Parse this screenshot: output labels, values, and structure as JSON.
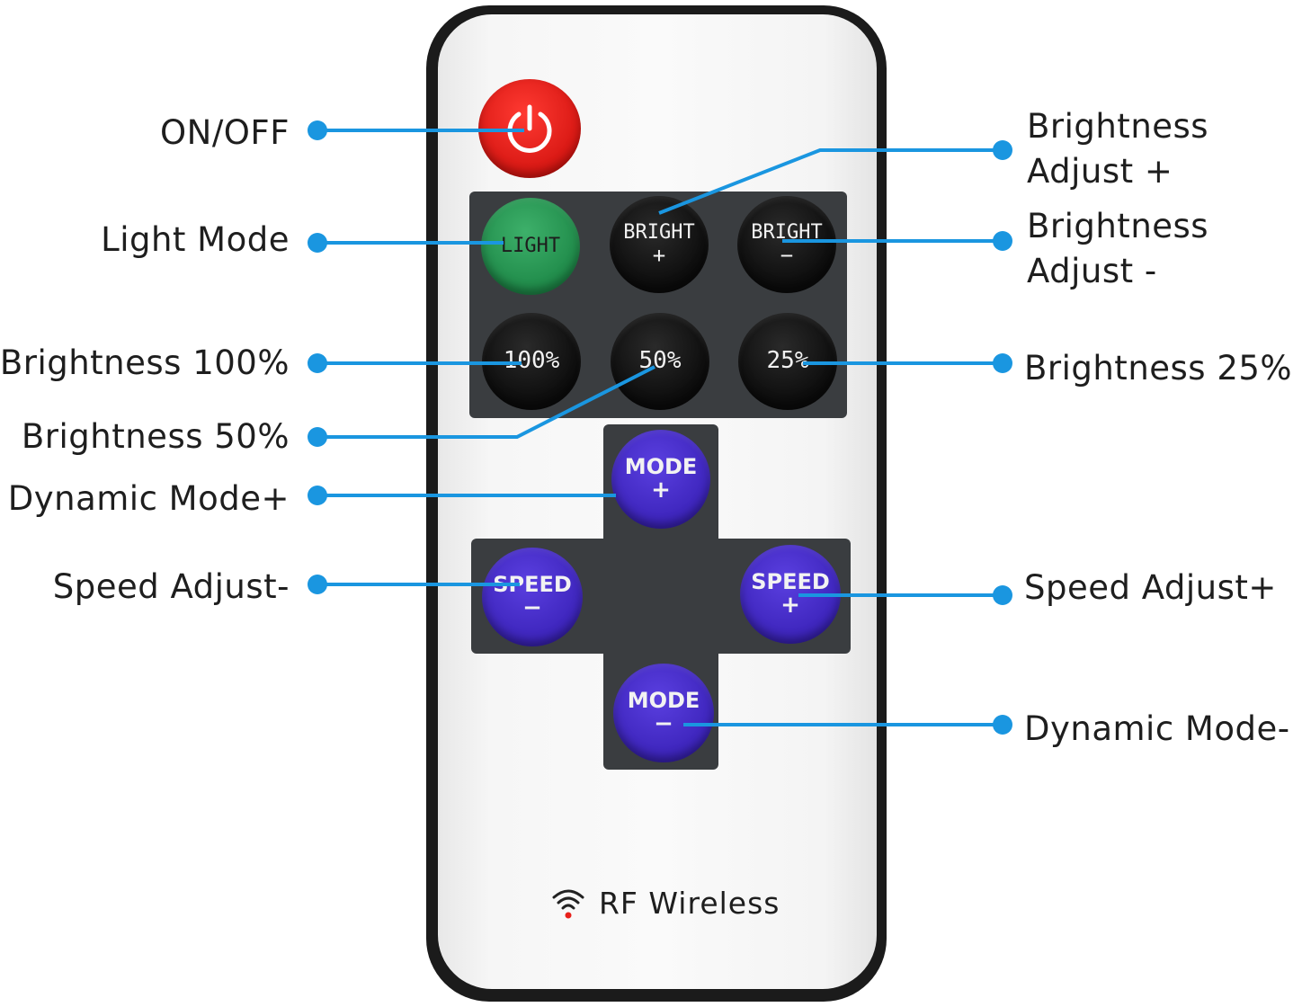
{
  "remote": {
    "brand_text": "RF Wireless",
    "buttons": {
      "power": {
        "icon": "power-icon"
      },
      "light": {
        "line1": "LIGHT",
        "line2": ""
      },
      "bright_plus": {
        "line1": "BRIGHT",
        "line2": "+"
      },
      "bright_minus": {
        "line1": "BRIGHT",
        "line2": "−"
      },
      "b100": {
        "line1": "100%"
      },
      "b50": {
        "line1": "50%"
      },
      "b25": {
        "line1": "25%"
      },
      "mode_plus": {
        "line1": "MODE",
        "line2": "+"
      },
      "speed_minus": {
        "line1": "SPEED",
        "line2": "−"
      },
      "speed_plus": {
        "line1": "SPEED",
        "line2": "+"
      },
      "mode_minus": {
        "line1": "MODE",
        "line2": "−"
      }
    }
  },
  "callouts": {
    "on_off": "ON/OFF",
    "light_mode": "Light Mode",
    "brightness_100": "Brightness 100%",
    "brightness_50": "Brightness 50%",
    "dynamic_mode_plus": "Dynamic Mode+",
    "speed_adjust_minus": "Speed Adjust-",
    "brightness_adjust_plus_1": "Brightness",
    "brightness_adjust_plus_2": "Adjust +",
    "brightness_adjust_minus_1": "Brightness",
    "brightness_adjust_minus_2": "Adjust -",
    "brightness_25": "Brightness 25%",
    "speed_adjust_plus": "Speed Adjust+",
    "dynamic_mode_minus": "Dynamic Mode-"
  },
  "colors": {
    "callout_line": "#1a96e0",
    "power_red": "#e8201a",
    "light_green": "#2a9d58",
    "mode_violet": "#4a30cc",
    "button_black": "#111111",
    "panel_gray": "#3a3d40"
  }
}
